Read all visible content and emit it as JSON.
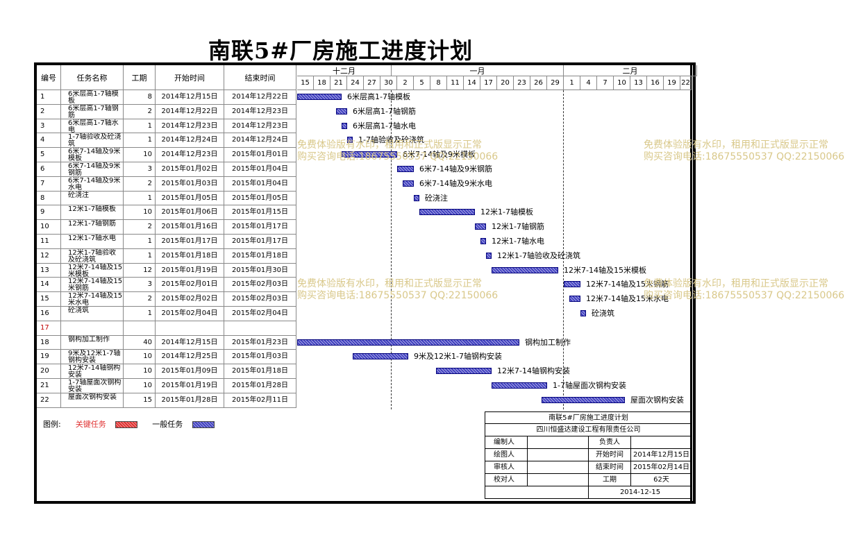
{
  "title": "南联5#厂房施工进度计划",
  "header": {
    "no": "编号",
    "task": "任务名称",
    "duration": "工期",
    "start": "开始时间",
    "end": "结束时间"
  },
  "months": [
    "十二月",
    "一月",
    "二月"
  ],
  "days": [
    "15",
    "18",
    "21",
    "24",
    "27",
    "30",
    "2",
    "5",
    "8",
    "11",
    "14",
    "17",
    "20",
    "23",
    "26",
    "29",
    "1",
    "4",
    "7",
    "10",
    "13",
    "16",
    "19",
    "22"
  ],
  "tasks": [
    {
      "no": "1",
      "name": "6米层高1-7轴模板",
      "dur": "8",
      "start": "2014年12月15日",
      "end": "2014年12月22日",
      "bar_label": "6米层高1-7轴模板",
      "s": 0,
      "e": 8
    },
    {
      "no": "2",
      "name": "6米层高1-7轴钢筋",
      "dur": "2",
      "start": "2014年12月22日",
      "end": "2014年12月23日",
      "bar_label": "6米层高1-7轴钢筋",
      "s": 7,
      "e": 9
    },
    {
      "no": "3",
      "name": "6米层高1-7轴水电",
      "dur": "1",
      "start": "2014年12月23日",
      "end": "2014年12月23日",
      "bar_label": "6米层高1-7轴水电",
      "s": 8,
      "e": 9
    },
    {
      "no": "4",
      "name": "1-7轴验收及砼浇筑",
      "dur": "1",
      "start": "2014年12月24日",
      "end": "2014年12月24日",
      "bar_label": "1-7轴验收及砼浇筑",
      "s": 9,
      "e": 10
    },
    {
      "no": "5",
      "name": "6米7-14轴及9米模板",
      "dur": "10",
      "start": "2014年12月23日",
      "end": "2015年01月01日",
      "bar_label": "6米7-14轴及9米模板",
      "s": 8,
      "e": 18
    },
    {
      "no": "6",
      "name": "6米7-14轴及9米钢筋",
      "dur": "3",
      "start": "2015年01月02日",
      "end": "2015年01月04日",
      "bar_label": "6米7-14轴及9米钢筋",
      "s": 18,
      "e": 21
    },
    {
      "no": "7",
      "name": "6米7-14轴及9米水电",
      "dur": "2",
      "start": "2015年01月03日",
      "end": "2015年01月04日",
      "bar_label": "6米7-14轴及9米水电",
      "s": 19,
      "e": 21
    },
    {
      "no": "8",
      "name": "砼浇注",
      "dur": "1",
      "start": "2015年01月05日",
      "end": "2015年01月05日",
      "bar_label": "砼浇注",
      "s": 21,
      "e": 22
    },
    {
      "no": "9",
      "name": "12米1-7轴模板",
      "dur": "10",
      "start": "2015年01月06日",
      "end": "2015年01月15日",
      "bar_label": "12米1-7轴模板",
      "s": 22,
      "e": 32
    },
    {
      "no": "10",
      "name": "12米1-7轴钢筋",
      "dur": "2",
      "start": "2015年01月16日",
      "end": "2015年01月17日",
      "bar_label": "12米1-7轴钢筋",
      "s": 32,
      "e": 34
    },
    {
      "no": "11",
      "name": "12米1-7轴水电",
      "dur": "1",
      "start": "2015年01月17日",
      "end": "2015年01月17日",
      "bar_label": "12米1-7轴水电",
      "s": 33,
      "e": 34
    },
    {
      "no": "12",
      "name": "12米1-7轴验收及砼浇筑",
      "dur": "1",
      "start": "2015年01月18日",
      "end": "2015年01月18日",
      "bar_label": "12米1-7轴验收及砼浇筑",
      "s": 34,
      "e": 35
    },
    {
      "no": "13",
      "name": "12米7-14轴及15米模板",
      "dur": "12",
      "start": "2015年01月19日",
      "end": "2015年01月30日",
      "bar_label": "12米7-14轴及15米模板",
      "s": 35,
      "e": 47
    },
    {
      "no": "14",
      "name": "12米7-14轴及15米钢筋",
      "dur": "3",
      "start": "2015年02月01日",
      "end": "2015年02月03日",
      "bar_label": "12米7-14轴及15米钢筋",
      "s": 48,
      "e": 51
    },
    {
      "no": "15",
      "name": "12米7-14轴及15米水电",
      "dur": "2",
      "start": "2015年02月02日",
      "end": "2015年02月03日",
      "bar_label": "12米7-14轴及15米水电",
      "s": 49,
      "e": 51
    },
    {
      "no": "16",
      "name": "砼浇筑",
      "dur": "1",
      "start": "2015年02月04日",
      "end": "2015年02月04日",
      "bar_label": "砼浇筑",
      "s": 51,
      "e": 52
    },
    {
      "no": "17",
      "name": "",
      "dur": "",
      "start": "",
      "end": "",
      "bar_label": "",
      "red": true
    },
    {
      "no": "18",
      "name": "钢构加工制作",
      "dur": "40",
      "start": "2014年12月15日",
      "end": "2015年01月23日",
      "bar_label": "钢构加工制作",
      "s": 0,
      "e": 40
    },
    {
      "no": "19",
      "name": "9米及12米1-7轴钢构安装",
      "dur": "10",
      "start": "2014年12月25日",
      "end": "2015年01月03日",
      "bar_label": "9米及12米1-7轴钢构安装",
      "s": 10,
      "e": 20
    },
    {
      "no": "20",
      "name": "12米7-14轴钢构安装",
      "dur": "10",
      "start": "2015年01月09日",
      "end": "2015年01月18日",
      "bar_label": "12米7-14轴钢构安装",
      "s": 25,
      "e": 35
    },
    {
      "no": "21",
      "name": "1-7轴屋面次钢构安装",
      "dur": "10",
      "start": "2015年01月19日",
      "end": "2015年01月28日",
      "bar_label": "1-7轴屋面次钢构安装",
      "s": 35,
      "e": 45
    },
    {
      "no": "22",
      "name": "屋面次钢构安装",
      "dur": "15",
      "start": "2015年01月28日",
      "end": "2015年02月11日",
      "bar_label": "屋面次钢构安装",
      "s": 44,
      "e": 59
    }
  ],
  "watermark": {
    "line1": "免费体验版有水印，租用和正式版显示正常",
    "line2": "购买咨询电话:18675550537 QQ:22150066"
  },
  "legend": {
    "label": "图例:",
    "critical": "关键任务",
    "normal": "一般任务",
    "critical_color": "#e03030",
    "normal_color": "#4040c0"
  },
  "titleblock": {
    "project": "南联5#厂房施工进度计划",
    "company": "四川恒盛达建设工程有限责任公司",
    "compiler": "编制人",
    "responsible": "负责人",
    "drawer": "绘图人",
    "start_label": "开始时间",
    "start_value": "2014年12月15日",
    "reviewer": "审核人",
    "end_label": "结束时间",
    "end_value": "2015年02月14日",
    "checker": "校对人",
    "duration_label": "工期",
    "duration_value": "62天",
    "date": "2014-12-15"
  }
}
